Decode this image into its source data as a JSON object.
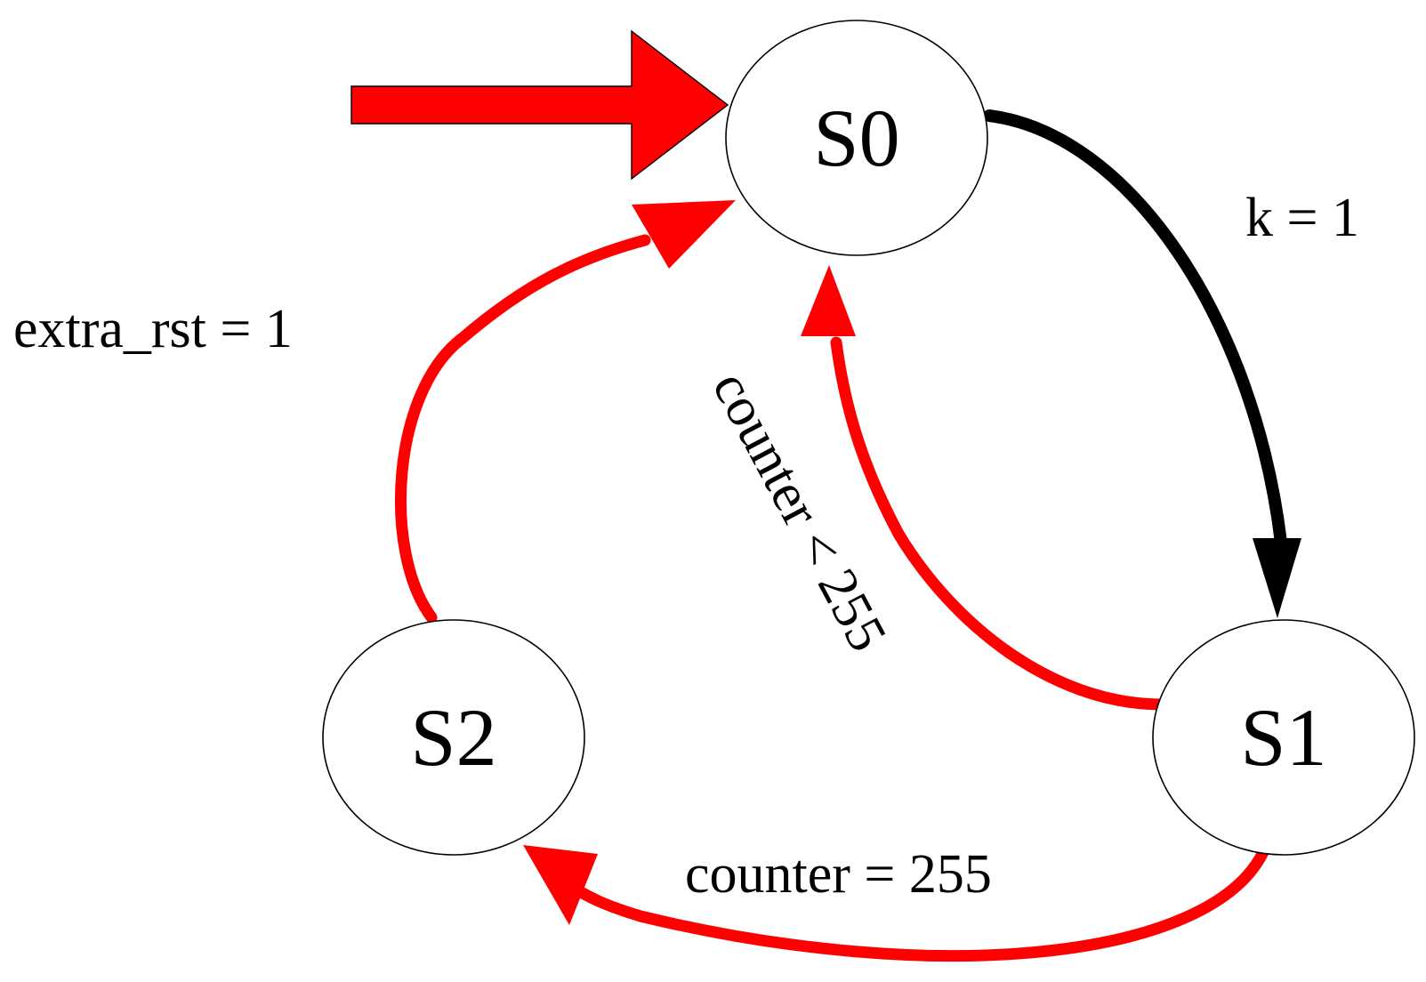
{
  "diagram": {
    "type": "state-machine",
    "colors": {
      "red_transition": "#ff0000",
      "black_transition": "#000000",
      "state_stroke": "#000000",
      "state_fill": "#ffffff"
    },
    "states": [
      {
        "id": "S0",
        "label": "S0",
        "initial": true
      },
      {
        "id": "S1",
        "label": "S1"
      },
      {
        "id": "S2",
        "label": "S2"
      }
    ],
    "transitions": [
      {
        "from": "S0",
        "to": "S1",
        "label": "k = 1",
        "color": "black"
      },
      {
        "from": "S1",
        "to": "S0",
        "label": "counter < 255",
        "color": "red"
      },
      {
        "from": "S1",
        "to": "S2",
        "label": "counter = 255",
        "color": "red"
      },
      {
        "from": "S2",
        "to": "S0",
        "label": "extra_rst = 1",
        "color": "red"
      }
    ]
  }
}
